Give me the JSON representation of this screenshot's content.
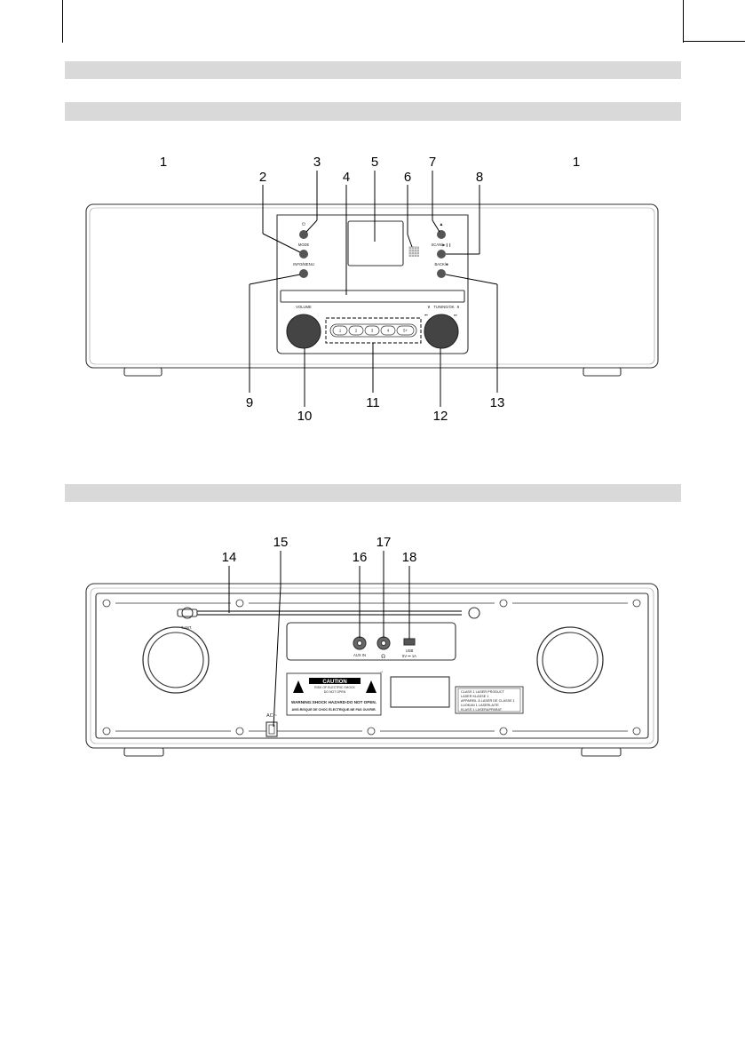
{
  "callouts_front": [
    "1",
    "2",
    "3",
    "4",
    "5",
    "6",
    "7",
    "8",
    "1",
    "9",
    "10",
    "11",
    "12",
    "13"
  ],
  "callouts_rear": [
    "14",
    "15",
    "16",
    "17",
    "18"
  ],
  "front_panel": {
    "power_symbol": "⏻",
    "mode": "MODE",
    "info_menu": "INFO/MENU",
    "eject_symbol": "▲",
    "scan": "SCAN/▶❙❙",
    "back": "BACK/■",
    "volume": "VOLUME",
    "tuning": "TUNING/OK",
    "presets": [
      "1",
      "2",
      "3",
      "4",
      "5+"
    ]
  },
  "rear_panel": {
    "antenna": "T.ANT.",
    "ac": "AC ~",
    "aux_in": "AUX IN",
    "headphone_symbol": "🎧",
    "usb": "USB",
    "usb_rating": "5V ⎓ 1A",
    "caution": {
      "title": "CAUTION",
      "line1": "RISK OF ELECTRIC SHOCK",
      "line2": "DO NOT OPEN",
      "warning_en": "WARNING:SHOCK HAZARD-DO NOT OPEN.",
      "warning_fr": "AVIS:RISQUE DE CHOC ÉLECTRIQUE-NE PAS OUVRIR."
    },
    "laser_label": [
      "CLASS 1 LASER PRODUCT",
      "LASER KLASSE 1",
      "APPAREIL À LASER DE CLASSE 1",
      "LUOKAN 1 LASERLAITE",
      "KLASS 1 LASERAPPARAT"
    ]
  }
}
